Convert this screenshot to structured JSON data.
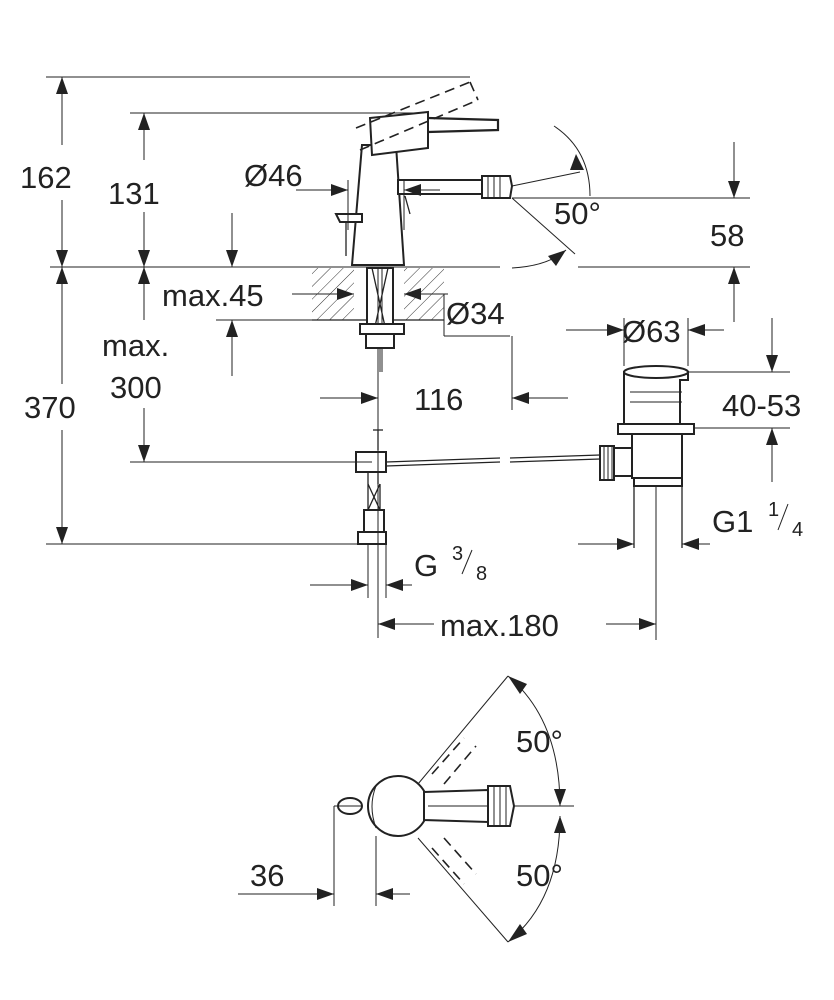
{
  "dimensions": {
    "total_height": "162",
    "spout_height": "131",
    "body_diameter": "Ø46",
    "angle_up": "50°",
    "spout_reach_vertical": "58",
    "max_deck_thickness": "max.45",
    "hole_diameter": "Ø34",
    "max_300_line1": "max.",
    "max_300_line2": "300",
    "hose_length": "370",
    "projection": "116",
    "waste_diameter": "Ø63",
    "waste_range": "40-53",
    "waste_thread_base": "G1",
    "waste_thread_num": "1",
    "waste_thread_den": "4",
    "inlet_thread_base": "G",
    "inlet_thread_num": "3",
    "inlet_thread_den": "8",
    "max_180": "max.180",
    "plan_angle_top": "50°",
    "plan_angle_bottom": "50°",
    "lever_offset": "36"
  }
}
